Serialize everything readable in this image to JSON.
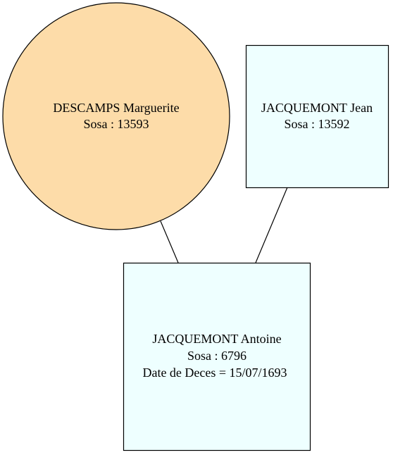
{
  "colors": {
    "female_fill": "#FDDCA9",
    "male_fill": "#EEFFFF",
    "stroke": "#000000",
    "background": "#FFFFFF"
  },
  "nodes": {
    "mother": {
      "shape": "circle",
      "name": "DESCAMPS Marguerite",
      "sosa": "Sosa : 13593"
    },
    "father": {
      "shape": "box",
      "name": "JACQUEMONT Jean",
      "sosa": "Sosa : 13592"
    },
    "child": {
      "shape": "box",
      "name": "JACQUEMONT Antoine",
      "sosa": "Sosa : 6796",
      "death": "Date de Deces = 15/07/1693"
    }
  }
}
